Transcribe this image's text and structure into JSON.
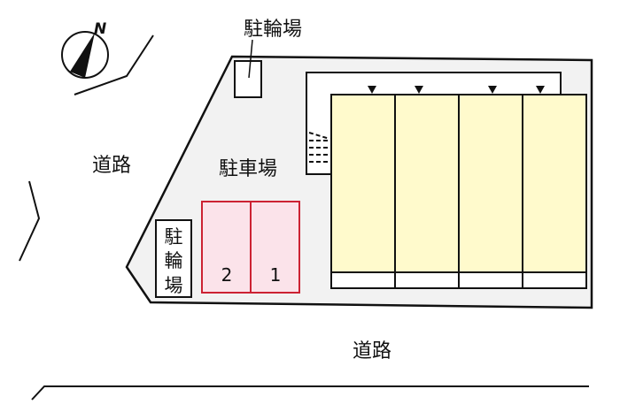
{
  "compass": {
    "north_label": "N"
  },
  "labels": {
    "road_left": "道路",
    "road_bottom": "道路",
    "parking": "駐車場",
    "bicycle_top": "駐輪場",
    "bicycle_side": [
      "駐",
      "輪",
      "場"
    ]
  },
  "parking_spaces": [
    {
      "number": "2"
    },
    {
      "number": "1"
    }
  ],
  "colors": {
    "site_fill": "#f2f2f2",
    "unit_fill": "#fffacc",
    "parking_fill": "#fbe3ea",
    "parking_stroke": "#cc2233"
  }
}
